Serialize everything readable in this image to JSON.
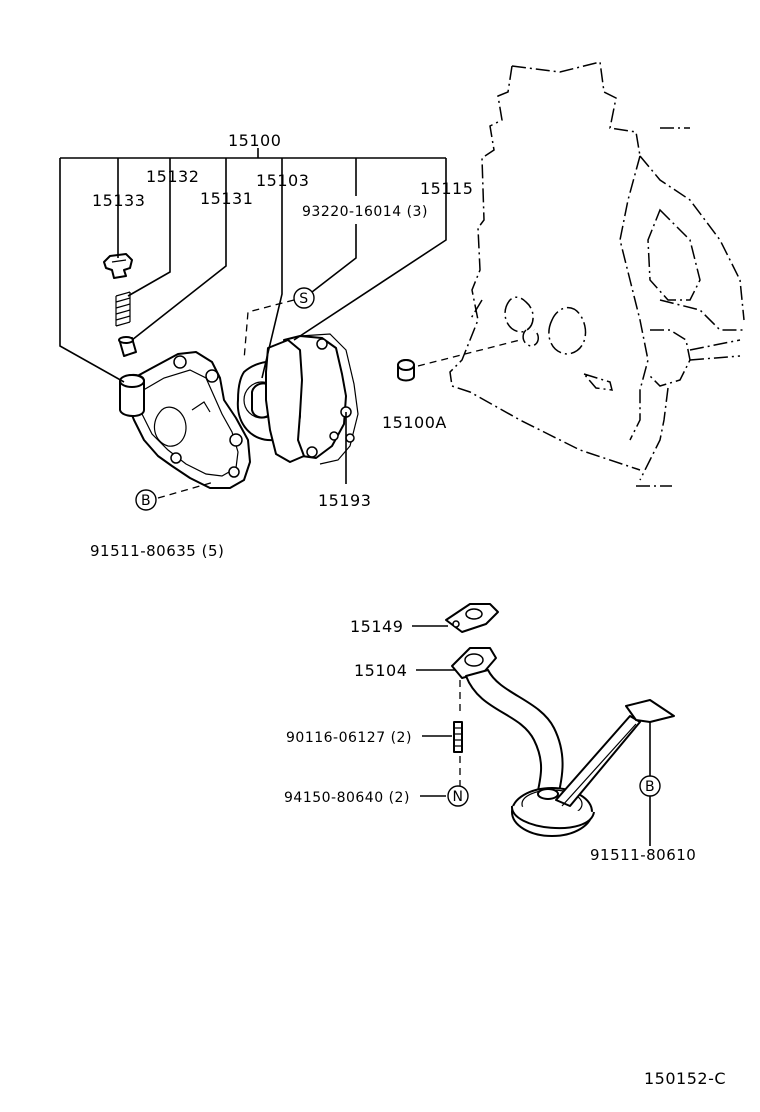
{
  "labels": {
    "assembly": "15100",
    "p15133": "15133",
    "p15132": "15132",
    "p15131": "15131",
    "p15103": "15103",
    "p15115": "15115",
    "bolt_s": "93220-16014 (3)",
    "p15100a": "15100A",
    "p15193": "15193",
    "bolt_b1": "91511-80635 (5)",
    "p15149": "15149",
    "p15104": "15104",
    "stud": "90116-06127 (2)",
    "nut": "94150-80640 (2)",
    "bolt_b2": "91511-80610",
    "figure_code": "150152-C"
  },
  "badges": {
    "s": "S",
    "b1": "B",
    "b2": "B",
    "n": "N"
  }
}
